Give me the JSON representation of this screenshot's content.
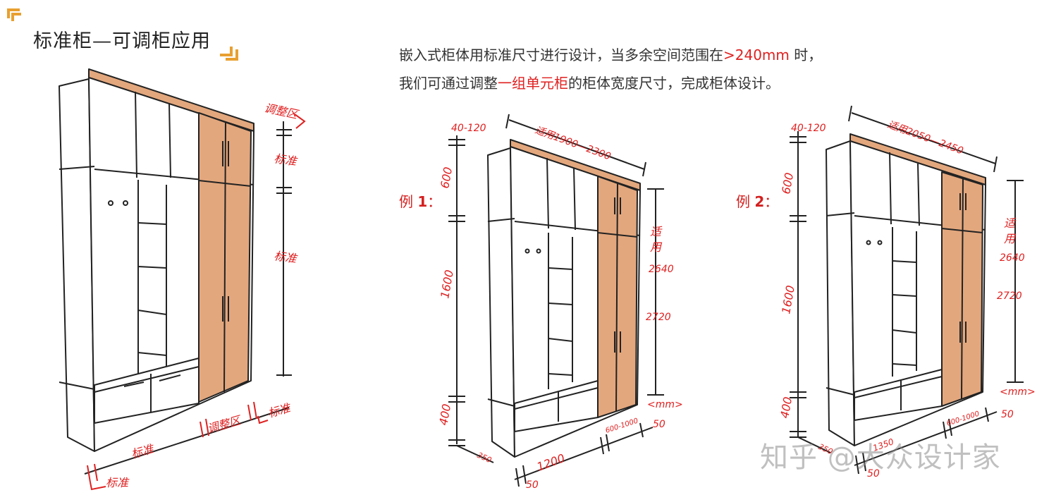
{
  "title": "标准柜—可调柜应用",
  "intro": {
    "line1_prefix": "嵌入式柜体用标准尺寸进行设计，当多余空间范围在",
    "line1_highlight": ">240mm",
    "line1_suffix": " 时，",
    "line2_prefix": "我们可通过调整",
    "line2_highlight": "一组单元柜",
    "line2_suffix": "的柜体宽度尺寸，完成柜体设计。"
  },
  "examples": [
    {
      "label": "例 ",
      "num": "1",
      "colon": "："
    },
    {
      "label": "例 ",
      "num": "2",
      "colon": "："
    }
  ],
  "left_diagram": {
    "adjust_zone_top": "调整区",
    "standard_upper": "标准",
    "standard_main": "标准",
    "bottom_standard_left": "标准",
    "bottom_adjust_zone": "调整区",
    "bottom_standard_right": "标准",
    "bottom_standard_corner": "标准"
  },
  "example1": {
    "top_gap": "40-120",
    "upper": "600",
    "middle": "1600",
    "lower": "400",
    "width_range": "适用1900—2300",
    "height_label_1": "适",
    "height_label_2": "用",
    "height_min": "2640",
    "height_max": "2720",
    "unit": "<mm>",
    "depth": "350",
    "base_width": "1200",
    "adjust_width": "600-1000",
    "side_gap": "50",
    "left_gap": "50"
  },
  "example2": {
    "top_gap": "40-120",
    "upper": "600",
    "middle": "1600",
    "lower": "400",
    "width_range": "适用2050—2450",
    "height_label_1": "适",
    "height_label_2": "用",
    "height_min": "2640",
    "height_max": "2720",
    "unit": "<mm>",
    "depth": "350",
    "base_width": "1350",
    "adjust_width": "600-1000",
    "side_gap": "50",
    "left_gap": "50"
  },
  "watermark": "知乎 @大众设计家",
  "colors": {
    "accent_red": "#e02020",
    "wood": "#e3a77d",
    "wood_dark": "#c98b62",
    "corner_mark": "#e8a030"
  }
}
